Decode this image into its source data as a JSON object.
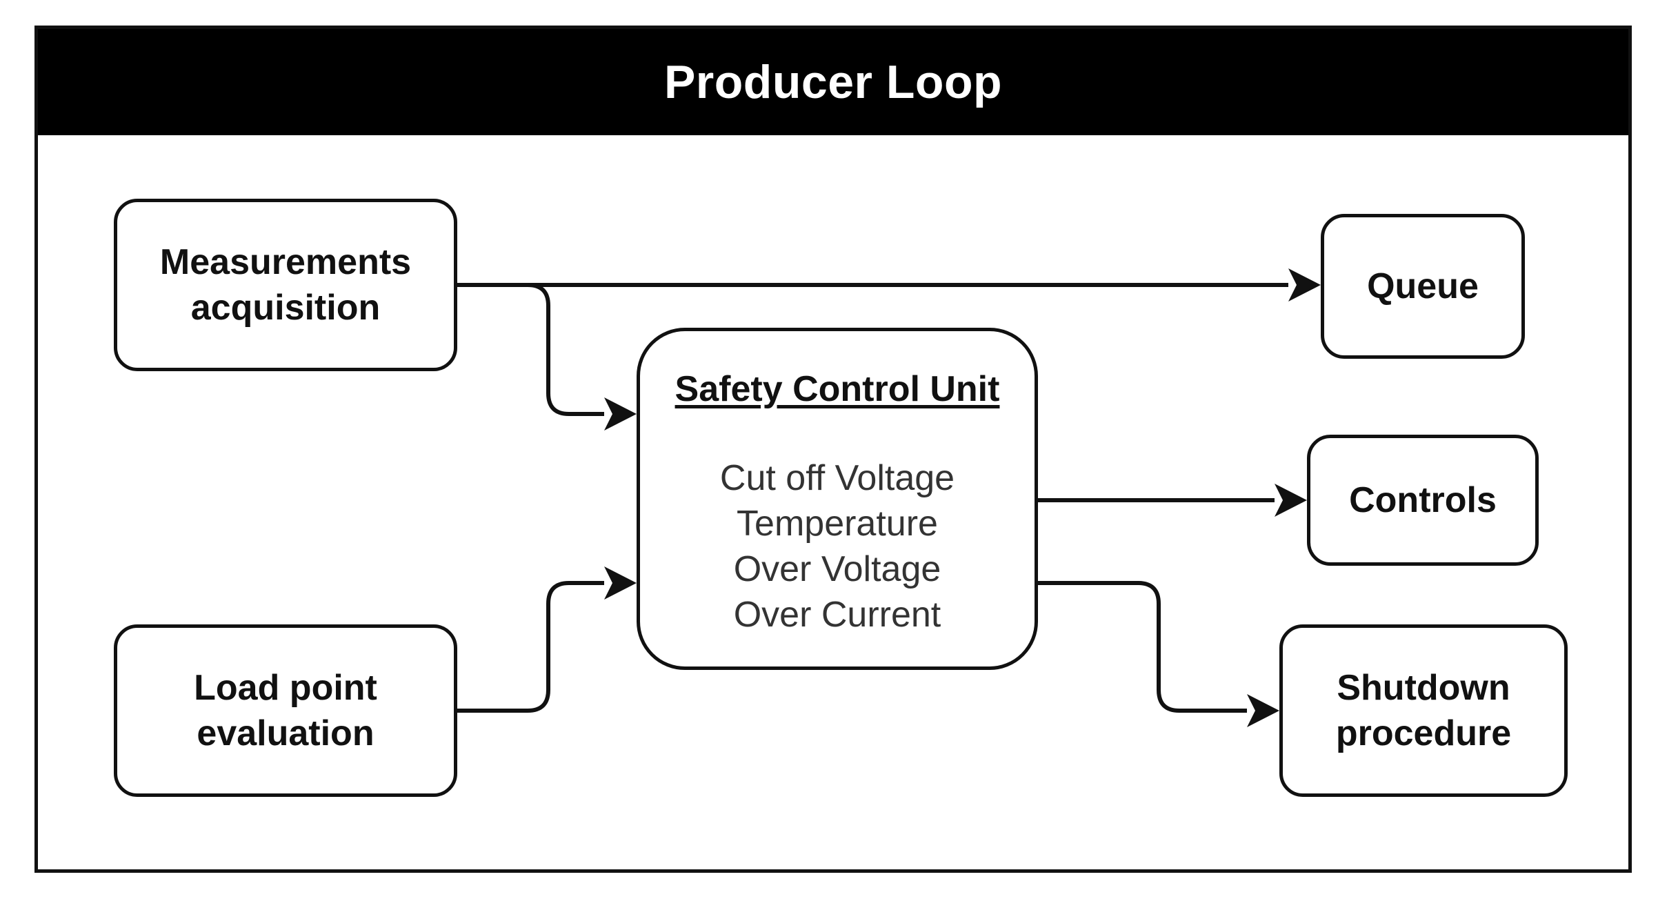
{
  "diagram": {
    "title": "Producer Loop",
    "nodes": {
      "measurements": {
        "lines": [
          "Measurements",
          "acquisition"
        ]
      },
      "load_point": {
        "lines": [
          "Load point",
          "evaluation"
        ]
      },
      "safety_control_unit": {
        "title": "Safety Control Unit",
        "items": [
          "Cut off Voltage",
          "Temperature",
          "Over Voltage",
          "Over Current"
        ]
      },
      "queue": {
        "label": "Queue"
      },
      "controls": {
        "label": "Controls"
      },
      "shutdown": {
        "lines": [
          "Shutdown",
          "procedure"
        ]
      }
    },
    "edges": [
      {
        "from": "Measurements acquisition",
        "to": "Queue"
      },
      {
        "from": "Measurements acquisition",
        "to": "Safety Control Unit"
      },
      {
        "from": "Load point evaluation",
        "to": "Safety Control Unit"
      },
      {
        "from": "Safety Control Unit",
        "to": "Controls"
      },
      {
        "from": "Safety Control Unit",
        "to": "Shutdown procedure"
      }
    ],
    "colors": {
      "title_bar": "#000000",
      "title_text": "#ffffff",
      "stroke": "#111111",
      "background": "#ffffff"
    }
  }
}
